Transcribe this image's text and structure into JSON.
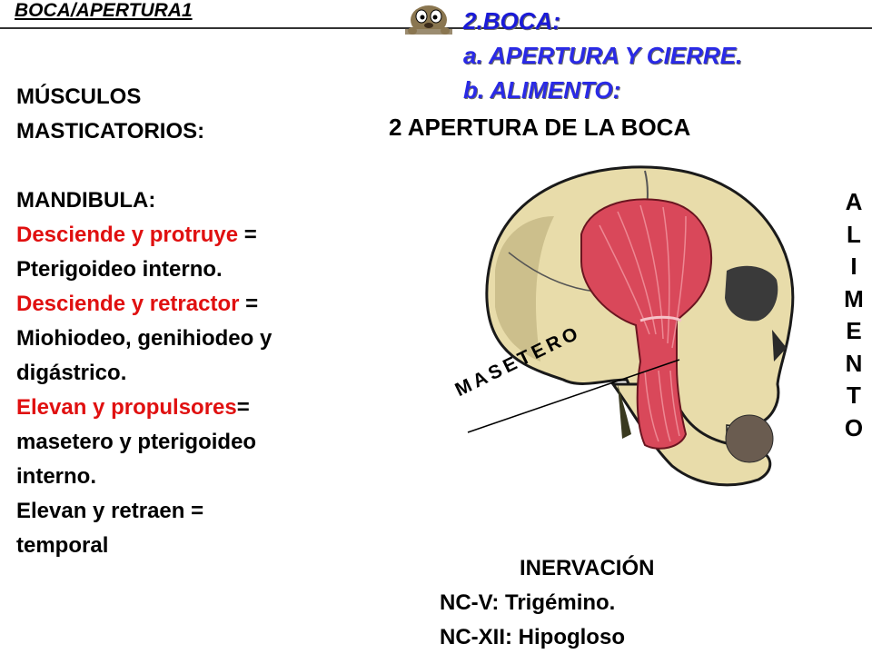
{
  "header": {
    "label": "BOCA/APERTURA1",
    "titles": [
      "2.BOCA:",
      "a. APERTURA Y CIERRE.",
      "b. ALIMENTO:"
    ]
  },
  "left": {
    "title_line1": "MÚSCULOS",
    "title_line2": "MASTICATORIOS:",
    "mandibula": "MANDIBULA:",
    "items": [
      {
        "action": "Desciende y protruye",
        "sep": " =",
        "muscles": "Pterigoideo interno."
      },
      {
        "action": "Desciende y retractor",
        "sep": " =",
        "muscles_line1": "Miohiodeo, genihiodeo y",
        "muscles_line2": "digástrico."
      },
      {
        "action": "Elevan y propulsores",
        "sep": "=",
        "muscles_line1": "masetero y pterigoideo",
        "muscles_line2": "interno."
      },
      {
        "action": "Elevan y retraen =",
        "muscles": "temporal"
      }
    ]
  },
  "heading2": "2 APERTURA DE LA BOCA",
  "vertical_word": [
    "A",
    "L",
    "I",
    "M",
    "E",
    "N",
    "T",
    "O"
  ],
  "figure": {
    "label": "MASETERO"
  },
  "innervation": {
    "title": "INERVACIÓN",
    "nerve1": "NC-V: Trigémino.",
    "nerve2": "NC-XII: Hipogloso"
  },
  "colors": {
    "red_text": "#e01010",
    "title_blue": "#1a1ad8",
    "muscle_pink": "#d9485a",
    "bone": "#e8dcaa"
  }
}
